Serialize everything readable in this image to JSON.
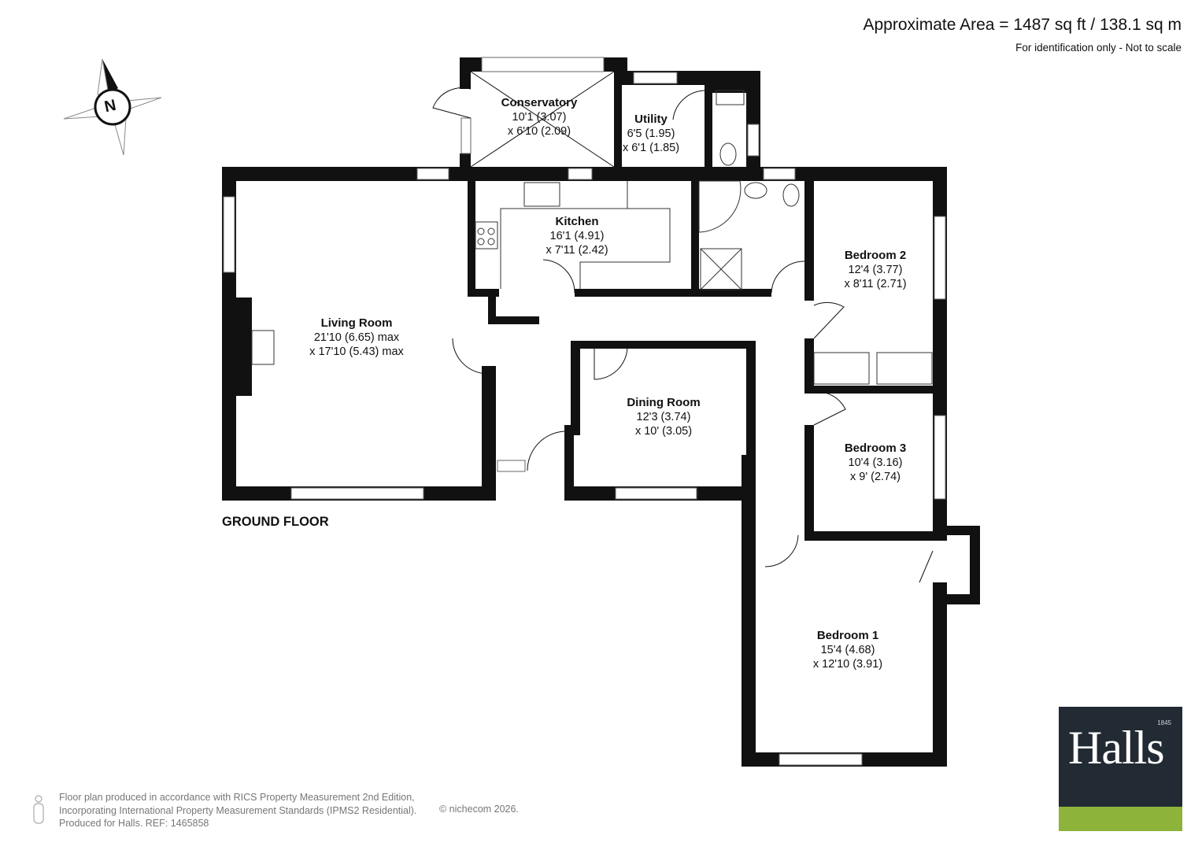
{
  "header": {
    "area": "Approximate Area = 1487 sq ft / 138.1 sq m",
    "note": "For identification only - Not to scale"
  },
  "compass": {
    "letter": "N"
  },
  "floor_label": "GROUND FLOOR",
  "rooms": {
    "conservatory": {
      "name": "Conservatory",
      "dim1": "10'1 (3.07)",
      "dim2": "x 6'10 (2.09)"
    },
    "utility": {
      "name": "Utility",
      "dim1": "6'5 (1.95)",
      "dim2": "x 6'1 (1.85)"
    },
    "kitchen": {
      "name": "Kitchen",
      "dim1": "16'1 (4.91)",
      "dim2": "x 7'11 (2.42)"
    },
    "living": {
      "name": "Living Room",
      "dim1": "21'10 (6.65) max",
      "dim2": "x 17'10 (5.43) max"
    },
    "dining": {
      "name": "Dining Room",
      "dim1": "12'3 (3.74)",
      "dim2": "x 10' (3.05)"
    },
    "bedroom2": {
      "name": "Bedroom 2",
      "dim1": "12'4 (3.77)",
      "dim2": "x 8'11 (2.71)"
    },
    "bedroom3": {
      "name": "Bedroom 3",
      "dim1": "10'4 (3.16)",
      "dim2": "x 9' (2.74)"
    },
    "bedroom1": {
      "name": "Bedroom 1",
      "dim1": "15'4 (4.68)",
      "dim2": "x 12'10 (3.91)"
    }
  },
  "footer": {
    "line1": "Floor plan produced in accordance with RICS Property Measurement 2nd Edition,",
    "line2": "Incorporating International Property Measurement Standards (IPMS2 Residential).",
    "line3": "Produced for Halls.   REF: 1465858",
    "copyright": "© nichecom 2026."
  },
  "logo": {
    "word": "Halls",
    "year": "1845",
    "band_color": "#8db33a",
    "bg_color": "#222a33"
  }
}
